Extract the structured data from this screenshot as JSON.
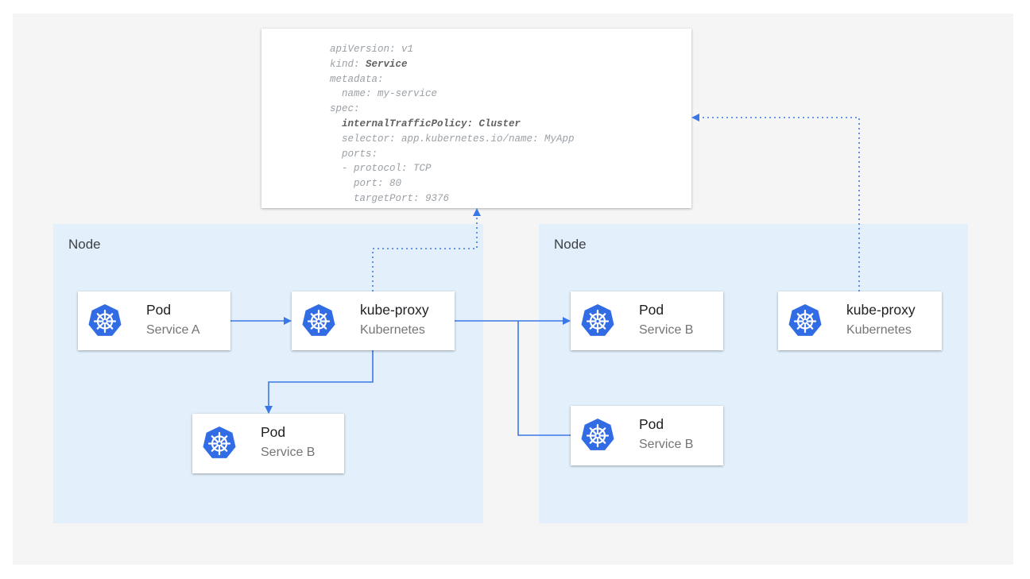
{
  "colors": {
    "accent": "#3b78e7",
    "kubernetes_blue": "#326ce5",
    "node_bg": "#e3f0fc"
  },
  "yaml": {
    "lines": [
      {
        "text": "apiVersion: v1"
      },
      {
        "pre": "kind: ",
        "bold": "Service"
      },
      {
        "text": "metadata:"
      },
      {
        "text": "  name: my-service"
      },
      {
        "text": "spec:"
      },
      {
        "bold": "  internalTrafficPolicy: Cluster"
      },
      {
        "text": "  selector: app.kubernetes.io/name: MyApp"
      },
      {
        "text": "  ports:"
      },
      {
        "text": "  - protocol: TCP"
      },
      {
        "text": "    port: 80"
      },
      {
        "text": "    targetPort: 9376"
      }
    ]
  },
  "nodes": [
    {
      "label": "Node"
    },
    {
      "label": "Node"
    }
  ],
  "cards": [
    {
      "title": "Pod",
      "subtitle": "Service A",
      "icon": "kubernetes-icon"
    },
    {
      "title": "kube-proxy",
      "subtitle": "Kubernetes",
      "icon": "kubernetes-icon"
    },
    {
      "title": "Pod",
      "subtitle": "Service B",
      "icon": "kubernetes-icon"
    },
    {
      "title": "Pod",
      "subtitle": "Service B",
      "icon": "kubernetes-icon"
    },
    {
      "title": "kube-proxy",
      "subtitle": "Kubernetes",
      "icon": "kubernetes-icon"
    },
    {
      "title": "Pod",
      "subtitle": "Service B",
      "icon": "kubernetes-icon"
    }
  ]
}
